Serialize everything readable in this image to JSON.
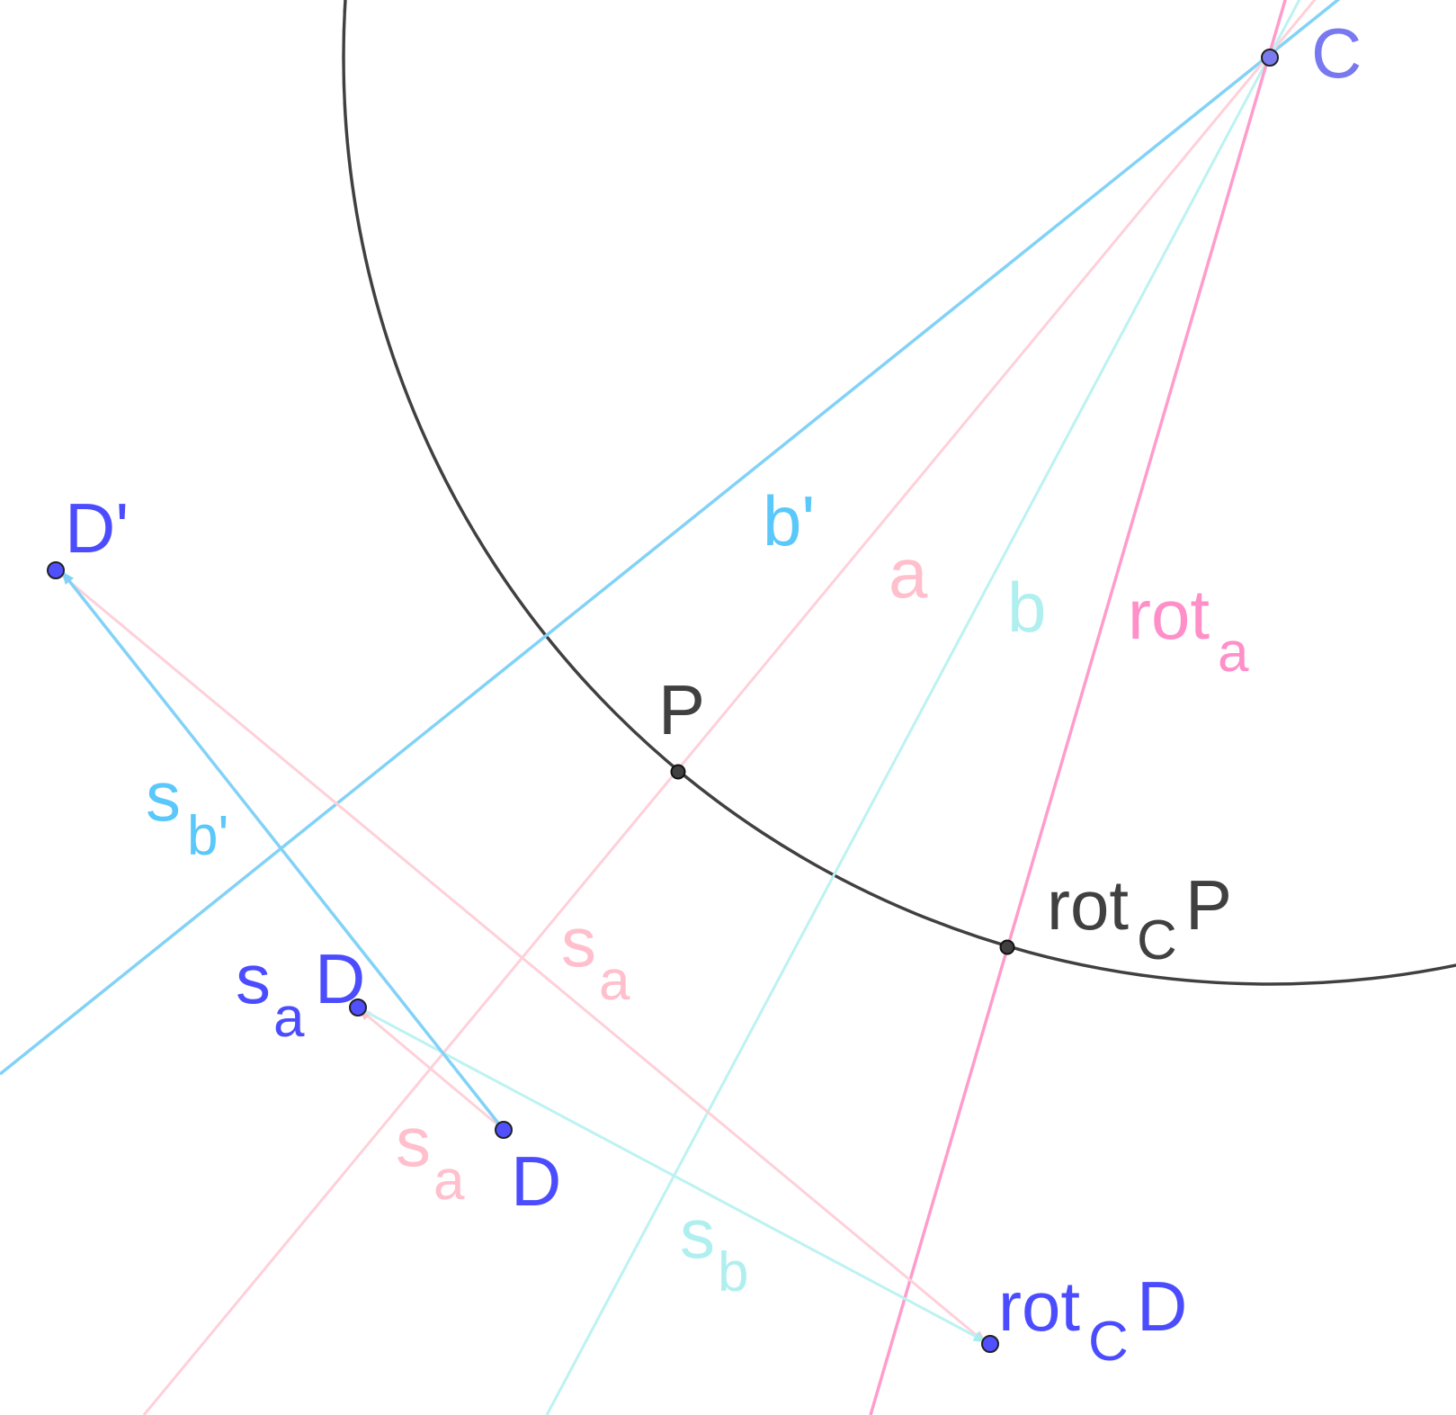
{
  "colors": {
    "background": "#ffffff",
    "circle": "#404040",
    "pointGray": "#404040",
    "pointBlue": "#5050ff",
    "pointC": "#7b7bf0",
    "labelBlue": "#4c4cff",
    "labelC": "#7878f0",
    "mirrorA": "#ffd0d9",
    "labelA": "#ffbfcc",
    "mirrorB": "#bdf2f2",
    "labelB": "#b0efef",
    "mirrorBprime": "#82d2f7",
    "labelBprime": "#5ac8fa",
    "rotAxis": "#ff9ccc",
    "labelRot": "#ff8fc8"
  },
  "labels": {
    "C": "C",
    "P": "P",
    "D": "D",
    "Dprime": "D'",
    "rotC_P": {
      "main": "rot",
      "sub": "C",
      "tail": "P"
    },
    "rotC_D": {
      "main": "rot",
      "sub": "C",
      "tail": "D"
    },
    "saD": {
      "main": "s",
      "sub": "a",
      "tail": "D"
    },
    "line_a": "a",
    "line_b": "b",
    "line_bprime": "b'",
    "rot_a": {
      "main": "rot",
      "sub": "a"
    },
    "s_a_upper": {
      "main": "s",
      "sub": "a"
    },
    "s_a_lower": {
      "main": "s",
      "sub": "a"
    },
    "s_b": {
      "main": "s",
      "sub": "b"
    },
    "s_bprime": {
      "main": "s",
      "sub": "b'"
    }
  }
}
